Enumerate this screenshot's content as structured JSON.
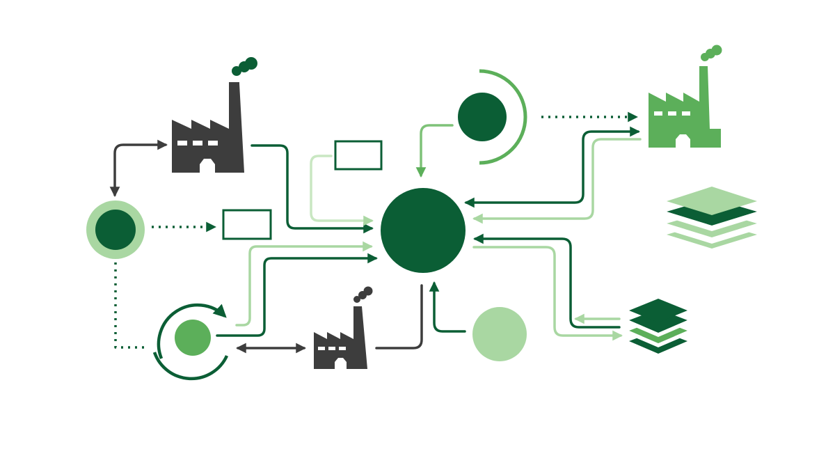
{
  "diagram": {
    "colors": {
      "dark_green": "#0b5e35",
      "medium_green": "#5caf5a",
      "light_green": "#a9d7a2",
      "pale_green": "#c9e7c2",
      "charcoal": "#3d3d3d",
      "background": "#ffffff"
    },
    "nodes": [
      {
        "id": "hub",
        "kind": "circle",
        "tone": "dark_green"
      },
      {
        "id": "factory-top-left",
        "kind": "factory",
        "tone": "charcoal"
      },
      {
        "id": "factory-bottom-center",
        "kind": "factory",
        "tone": "charcoal"
      },
      {
        "id": "factory-top-right",
        "kind": "factory",
        "tone": "medium_green"
      },
      {
        "id": "ring-node-left",
        "kind": "ringed-circle",
        "tone": "dark_green"
      },
      {
        "id": "cycle-node-bottom-left",
        "kind": "cycle-circle",
        "tone": "medium_green"
      },
      {
        "id": "arc-node-top",
        "kind": "arc-circle",
        "tone": "dark_green"
      },
      {
        "id": "light-circle-bottom",
        "kind": "circle",
        "tone": "light_green"
      },
      {
        "id": "empty-box-top",
        "kind": "rectangle",
        "tone": "dark_green"
      },
      {
        "id": "empty-box-left",
        "kind": "rectangle",
        "tone": "dark_green"
      },
      {
        "id": "layers-stack-right",
        "kind": "layer-stack",
        "tone": "light_green"
      },
      {
        "id": "layers-stack-bottom-right",
        "kind": "layer-stack",
        "tone": "dark_green"
      }
    ],
    "connections": [
      {
        "from": "factory-top-left",
        "to": "hub",
        "style": "solid",
        "tone": "dark_green"
      },
      {
        "from": "empty-box-top",
        "to": "hub",
        "style": "solid",
        "tone": "light_green"
      },
      {
        "from": "cycle-node-bottom-left",
        "to": "hub",
        "style": "solid",
        "tone": "light_green"
      },
      {
        "from": "cycle-node-bottom-left",
        "to": "hub",
        "style": "solid",
        "tone": "dark_green"
      },
      {
        "from": "factory-top-right",
        "to": "hub",
        "style": "solid",
        "tone": "dark_green"
      },
      {
        "from": "factory-top-right",
        "to": "hub",
        "style": "solid",
        "tone": "light_green"
      },
      {
        "from": "layers-stack-bottom-right",
        "to": "hub",
        "style": "solid",
        "tone": "dark_green"
      },
      {
        "from": "hub",
        "to": "layers-stack-bottom-right",
        "style": "solid",
        "tone": "light_green"
      },
      {
        "from": "arc-node-top",
        "to": "hub",
        "style": "solid",
        "tone": "medium_green"
      },
      {
        "from": "light-circle-bottom",
        "to": "hub",
        "style": "solid",
        "tone": "dark_green"
      },
      {
        "from": "factory-bottom-center",
        "to": "hub",
        "style": "solid",
        "tone": "charcoal"
      },
      {
        "from": "ring-node-left",
        "to": "factory-top-left",
        "style": "solid-bidirectional",
        "tone": "charcoal"
      },
      {
        "from": "cycle-node-bottom-left",
        "to": "factory-bottom-center",
        "style": "solid-bidirectional",
        "tone": "charcoal"
      },
      {
        "from": "ring-node-left",
        "to": "empty-box-left",
        "style": "dotted",
        "tone": "dark_green"
      },
      {
        "from": "ring-node-left",
        "to": "cycle-node-bottom-left",
        "style": "dotted",
        "tone": "dark_green"
      },
      {
        "from": "arc-node-top",
        "to": "factory-top-right",
        "style": "dotted",
        "tone": "dark_green"
      }
    ]
  }
}
